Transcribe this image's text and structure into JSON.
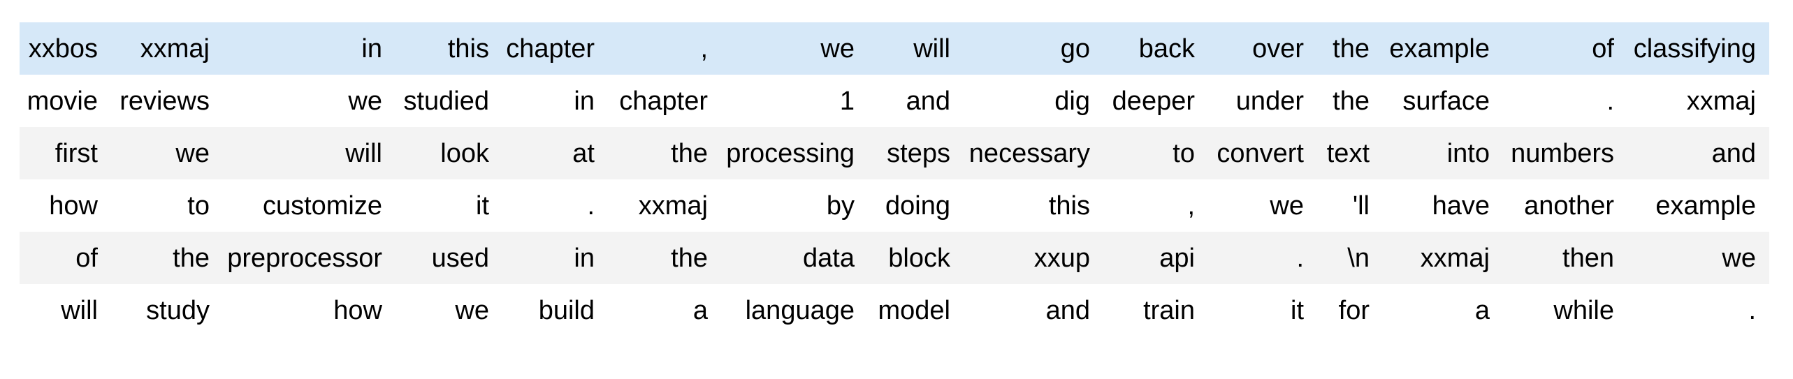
{
  "table": {
    "kind": "tokenized-text-batch",
    "highlighted_row_index": 0,
    "rows": [
      {
        "tokens": [
          "xxbos",
          "xxmaj",
          "in",
          "this",
          "chapter",
          ",",
          "we",
          "will",
          "go",
          "back",
          "over",
          "the",
          "example",
          "of",
          "classifying"
        ]
      },
      {
        "tokens": [
          "movie",
          "reviews",
          "we",
          "studied",
          "in",
          "chapter",
          "1",
          "and",
          "dig",
          "deeper",
          "under",
          "the",
          "surface",
          ".",
          "xxmaj"
        ]
      },
      {
        "tokens": [
          "first",
          "we",
          "will",
          "look",
          "at",
          "the",
          "processing",
          "steps",
          "necessary",
          "to",
          "convert",
          "text",
          "into",
          "numbers",
          "and"
        ]
      },
      {
        "tokens": [
          "how",
          "to",
          "customize",
          "it",
          ".",
          "xxmaj",
          "by",
          "doing",
          "this",
          ",",
          "we",
          "'ll",
          "have",
          "another",
          "example"
        ]
      },
      {
        "tokens": [
          "of",
          "the",
          "preprocessor",
          "used",
          "in",
          "the",
          "data",
          "block",
          "xxup",
          "api",
          ".",
          "\\n",
          "xxmaj",
          "then",
          "we"
        ]
      },
      {
        "tokens": [
          "will",
          "study",
          "how",
          "we",
          "build",
          "a",
          "language",
          "model",
          "and",
          "train",
          "it",
          "for",
          "a",
          "while",
          "."
        ]
      }
    ]
  },
  "colors": {
    "page_bg": "#ffffff",
    "highlight_row_bg": "#d6e8f8",
    "stripe_row_bg": "#f3f3f3",
    "text": "#000000"
  }
}
